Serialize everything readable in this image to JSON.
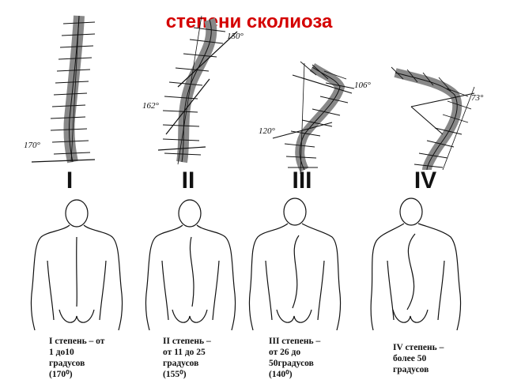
{
  "title": "степени сколиоза",
  "colors": {
    "title": "#d40000",
    "ink": "#111111"
  },
  "degrees": [
    {
      "roman": "I",
      "angle": "170°",
      "caption": [
        "I степень – от",
        "1 до10",
        "градусов",
        "(170⁰)"
      ]
    },
    {
      "roman": "II",
      "angle_top": "150°",
      "angle": "162°",
      "caption": [
        "II степень –",
        "от 11 до 25",
        "градусов",
        "(155⁰)"
      ]
    },
    {
      "roman": "III",
      "angle_top": "106°",
      "angle": "120°",
      "caption": [
        "III степень –",
        "от 26 до",
        "50градусов",
        "(140⁰)"
      ]
    },
    {
      "roman": "IV",
      "angle": "73°",
      "caption": [
        "IV степень –",
        "более 50",
        "градусов"
      ]
    }
  ]
}
